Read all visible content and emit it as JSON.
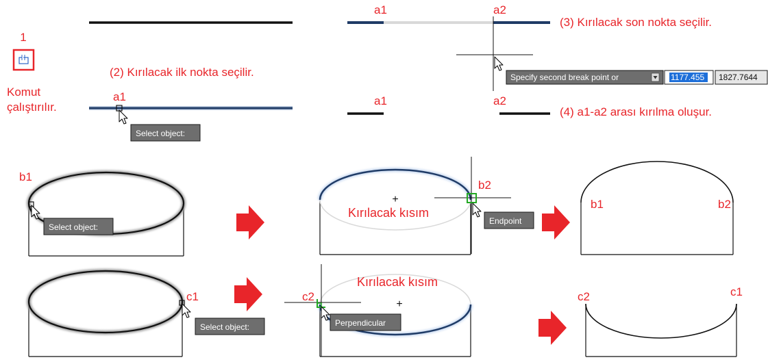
{
  "colors": {
    "annotation": "#e8252a",
    "line": "#111111",
    "selected_line": "#1f3b66",
    "faded": "#d9d9d9",
    "tooltip_bg": "#6e6e6e",
    "input_highlight": "#1e6fd9",
    "snap_marker": "#22a822"
  },
  "step1": {
    "number": "1",
    "command_line1": "Komut",
    "command_line2": "çalıştırılır.",
    "icon": "break-command-icon"
  },
  "step2": {
    "text": "(2) Kırılacak ilk nokta seçilir.",
    "point_label": "a1",
    "tooltip": "Select object:"
  },
  "step3": {
    "text": "(3) Kırılacak son nokta seçilir.",
    "point_a1": "a1",
    "point_a2": "a2",
    "prompt": "Specify second break point or",
    "input_x": "1177.455",
    "input_y": "1827.7644"
  },
  "step4": {
    "text": "(4) a1-a2 arası kırılma oluşur.",
    "point_a1": "a1",
    "point_a2": "a2"
  },
  "ellipse_b": {
    "point_b1": "b1",
    "select_tooltip": "Select object:",
    "point_b2": "b2",
    "broken_label": "Kırılacak kısım",
    "snap_tooltip": "Endpoint",
    "result_b1": "b1",
    "result_b2": "b2"
  },
  "ellipse_c": {
    "point_c1": "c1",
    "select_tooltip": "Select object:",
    "point_c2": "c2",
    "broken_label": "Kırılacak kısım",
    "snap_tooltip": "Perpendicular",
    "result_c2": "c2",
    "result_c1": "c1"
  }
}
